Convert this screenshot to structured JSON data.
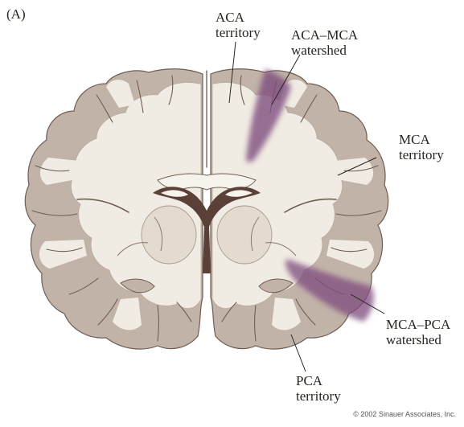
{
  "panel_label": "(A)",
  "labels": {
    "aca": {
      "line1": "ACA",
      "line2": "territory"
    },
    "aca_mca": {
      "line1": "ACA–MCA",
      "line2": "watershed"
    },
    "mca": {
      "line1": "MCA",
      "line2": "territory"
    },
    "mca_pca": {
      "line1": "MCA–PCA",
      "line2": "watershed"
    },
    "pca": {
      "line1": "PCA",
      "line2": "territory"
    }
  },
  "copyright": "© 2002 Sinauer Associates, Inc.",
  "colors": {
    "cortex": "#c2b3a8",
    "white_matter": "#f1ece3",
    "outline": "#6f5d52",
    "ventricle": "#5a4036",
    "watershed": "#7c4a7e"
  }
}
